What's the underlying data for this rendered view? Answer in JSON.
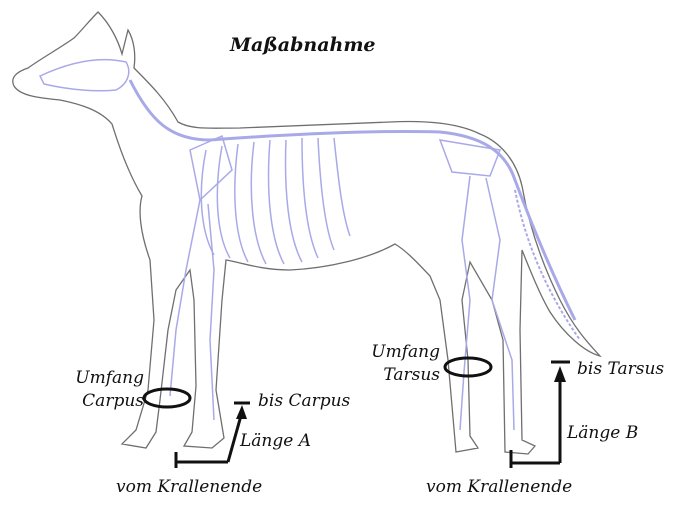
{
  "title": "Maßabnahme",
  "labels": {
    "umfang_carpus_1": "Umfang",
    "umfang_carpus_2": "Carpus",
    "bis_carpus": "bis Carpus",
    "laenge_a": "Länge A",
    "vom_krallenende_front": "vom Krallenende",
    "umfang_tarsus_1": "Umfang",
    "umfang_tarsus_2": "Tarsus",
    "bis_tarsus": "bis Tarsus",
    "laenge_b": "Länge B",
    "vom_krallenende_hind": "vom Krallenende"
  },
  "colors": {
    "outline": "#6f6f6f",
    "skeleton": "#a9a9e8",
    "marker": "#111111"
  }
}
